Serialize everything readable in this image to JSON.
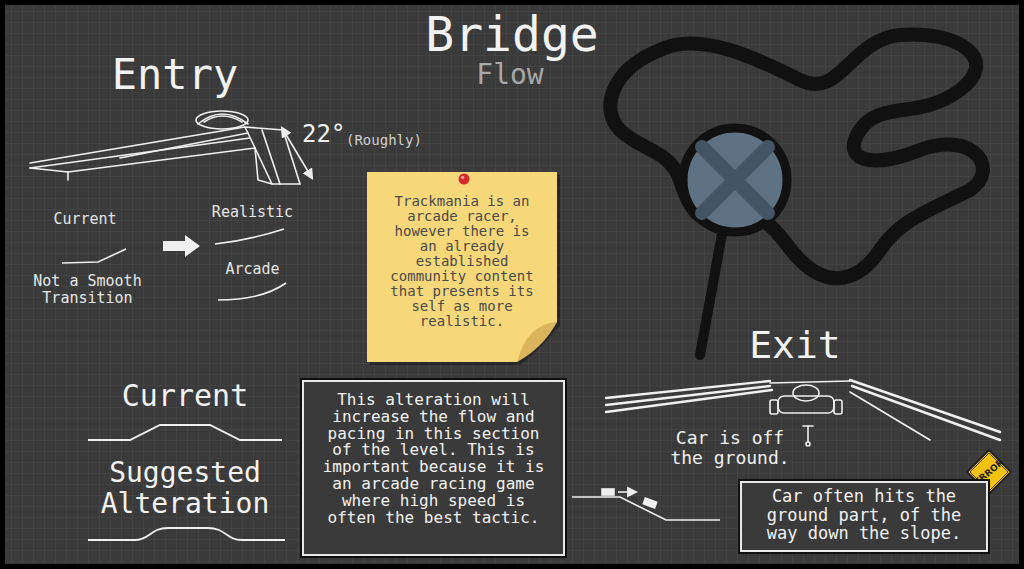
{
  "diagram": {
    "title": "Bridge",
    "nodes": [
      {
        "text": [
          "Trackmania is an arcade racer, however there is an already established community content that presents its self as more realistic."
        ]
      },
      {
        "text": [
          "This alteration will increase the flow and pacing in this section of the level. This is important because it is an arcade racing game where high speed is often the best tactic."
        ]
      },
      {
        "text": [
          "ERROR"
        ]
      },
      {
        "text": [
          "Car often hits the ground part, of the way down the slope."
        ]
      }
    ],
    "labels": [
      "Flow",
      "Entry",
      "22°",
      "(Roughly)",
      "Current",
      "Realistic",
      "Not a Smooth Transition",
      "Arcade",
      "Exit",
      "Car is off the ground.",
      "Current",
      "Suggested Alteration"
    ]
  }
}
